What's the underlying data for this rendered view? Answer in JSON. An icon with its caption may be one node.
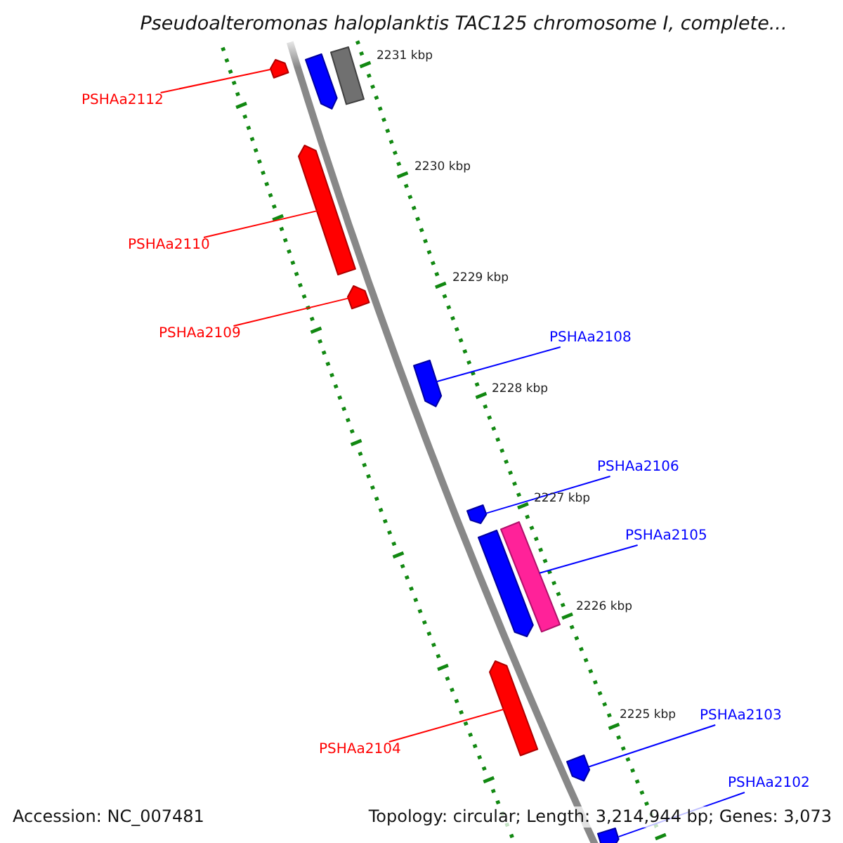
{
  "diagram": {
    "title": "Pseudoalteromonas haloplanktis TAC125 chromosome I, complete...",
    "nodes": [
      {
        "text": [],
        "shape": "bar"
      },
      {
        "text": [],
        "shape": "bar"
      },
      {
        "text": [],
        "shape": "bar"
      },
      {
        "text": [
          "PSHAa2112"
        ]
      },
      {
        "text": [],
        "shape": "bar"
      },
      {
        "text": [
          "PSHAa2110"
        ]
      },
      {
        "text": [],
        "shape": "bar"
      },
      {
        "text": [
          "PSHAa2109"
        ]
      },
      {
        "text": [
          "PSHAa2108"
        ]
      },
      {
        "text": [],
        "shape": "bar"
      },
      {
        "text": [
          "PSHAa2106"
        ]
      },
      {
        "text": [],
        "shape": "bar"
      },
      {
        "text": [],
        "shape": "bar"
      },
      {
        "text": [],
        "shape": "bar"
      },
      {
        "text": [
          "PSHAa2105"
        ]
      },
      {
        "text": [],
        "shape": "bar"
      },
      {
        "text": [
          "PSHAa2104"
        ]
      },
      {
        "text": [
          "PSHAa2103"
        ]
      },
      {
        "text": [],
        "shape": "bar"
      },
      {
        "text": [
          "PSHAa2102"
        ]
      },
      {
        "text": [],
        "shape": "bar"
      }
    ],
    "edges": [
      {
        "from": 3,
        "to": 0,
        "arrow": "none",
        "color": "#ff0000"
      },
      {
        "from": 5,
        "to": 4,
        "arrow": "none",
        "color": "#ff0000"
      },
      {
        "from": 7,
        "to": 6,
        "arrow": "none",
        "color": "#ff0000"
      },
      {
        "from": 8,
        "to": 9,
        "arrow": "none"
      },
      {
        "from": 10,
        "to": 11,
        "arrow": "none"
      },
      {
        "from": 14,
        "to": 13,
        "arrow": "none"
      },
      {
        "from": 16,
        "to": 15,
        "arrow": "none",
        "color": "#ff0000"
      },
      {
        "from": 17,
        "to": 18,
        "arrow": "none"
      },
      {
        "from": 19,
        "to": 20,
        "arrow": "none"
      }
    ],
    "labels": [
      "2231 kbp",
      "2230 kbp",
      "2229 kbp",
      "2228 kbp",
      "2227 kbp",
      "2226 kbp",
      "2225 kbp",
      "Accession: NC_007481",
      "Topology: circular; Length: 3,214,944 bp; Genes: 3,073"
    ]
  }
}
